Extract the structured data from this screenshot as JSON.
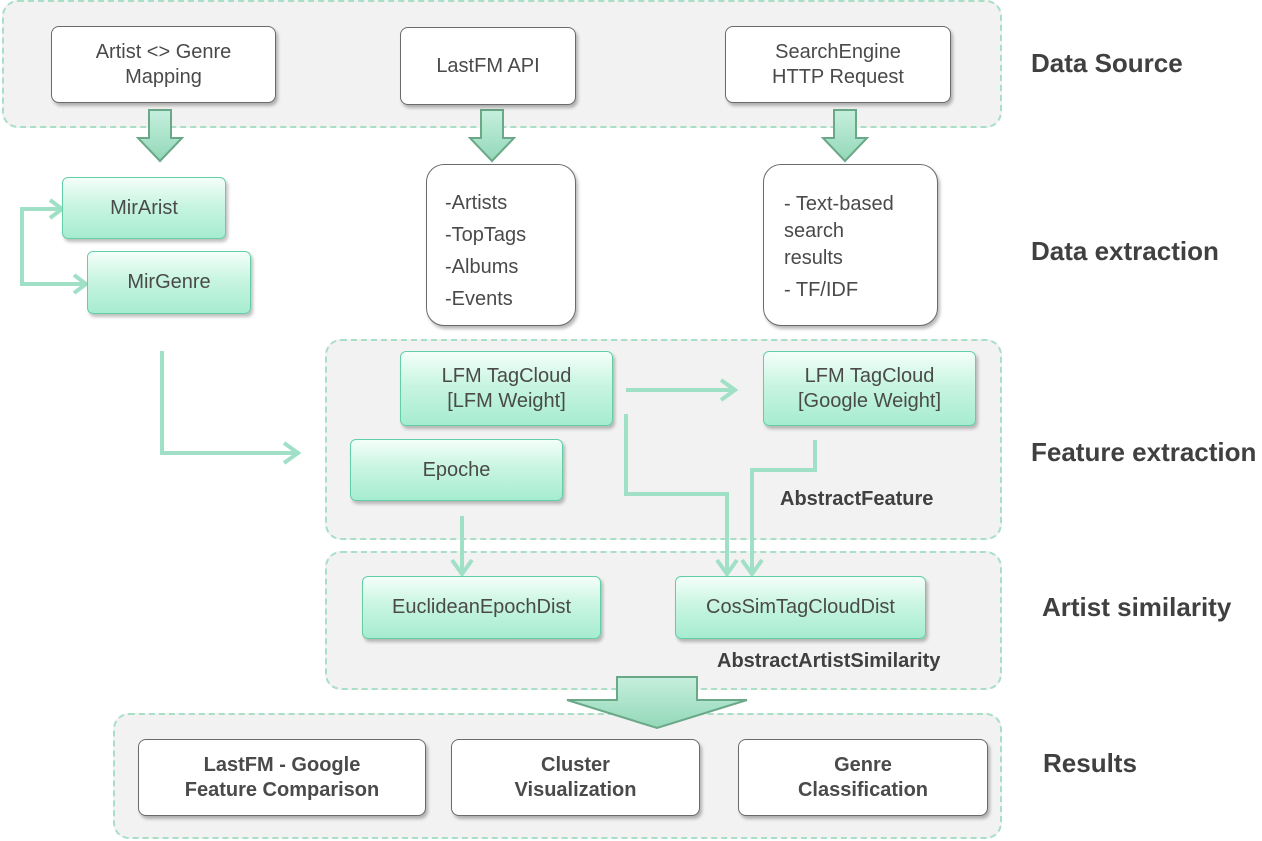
{
  "sections": {
    "data_source": "Data Source",
    "data_extraction": "Data extraction",
    "feature_extraction": "Feature extraction",
    "artist_similarity": "Artist similarity",
    "results": "Results"
  },
  "sources": {
    "artist_genre": [
      "Artist <> Genre",
      "Mapping"
    ],
    "lastfm_api": "LastFM API",
    "search_engine": [
      "SearchEngine",
      "HTTP Request"
    ]
  },
  "extraction": {
    "mir_artist": "MirArist",
    "mir_genre": "MirGenre",
    "lastfm_items": [
      "-Artists",
      "-TopTags",
      "-Albums",
      "-Events"
    ],
    "search_items": [
      "- Text-based",
      "search",
      "results",
      "- TF/IDF"
    ]
  },
  "features": {
    "lfm_tagcloud": [
      "LFM TagCloud",
      "[LFM Weight]"
    ],
    "google_tagcloud": [
      "LFM TagCloud",
      "[Google Weight]"
    ],
    "epoche": "Epoche",
    "abstract_feature": "AbstractFeature"
  },
  "similarity": {
    "euclidean": "EuclideanEpochDist",
    "cossim": "CosSimTagCloudDist",
    "abstract_similarity": "AbstractArtistSimilarity"
  },
  "results": {
    "comparison": [
      "LastFM - Google",
      "Feature Comparison"
    ],
    "cluster": [
      "Cluster",
      "Visualization"
    ],
    "genre": [
      "Genre",
      "Classification"
    ]
  },
  "colors": {
    "panel_fill": "#f2f2f2",
    "panel_border": "#a9dfc6",
    "accent": "#a6ecd0",
    "arrow": "#9fe0c6",
    "arrow_dark": "#6aa888"
  }
}
